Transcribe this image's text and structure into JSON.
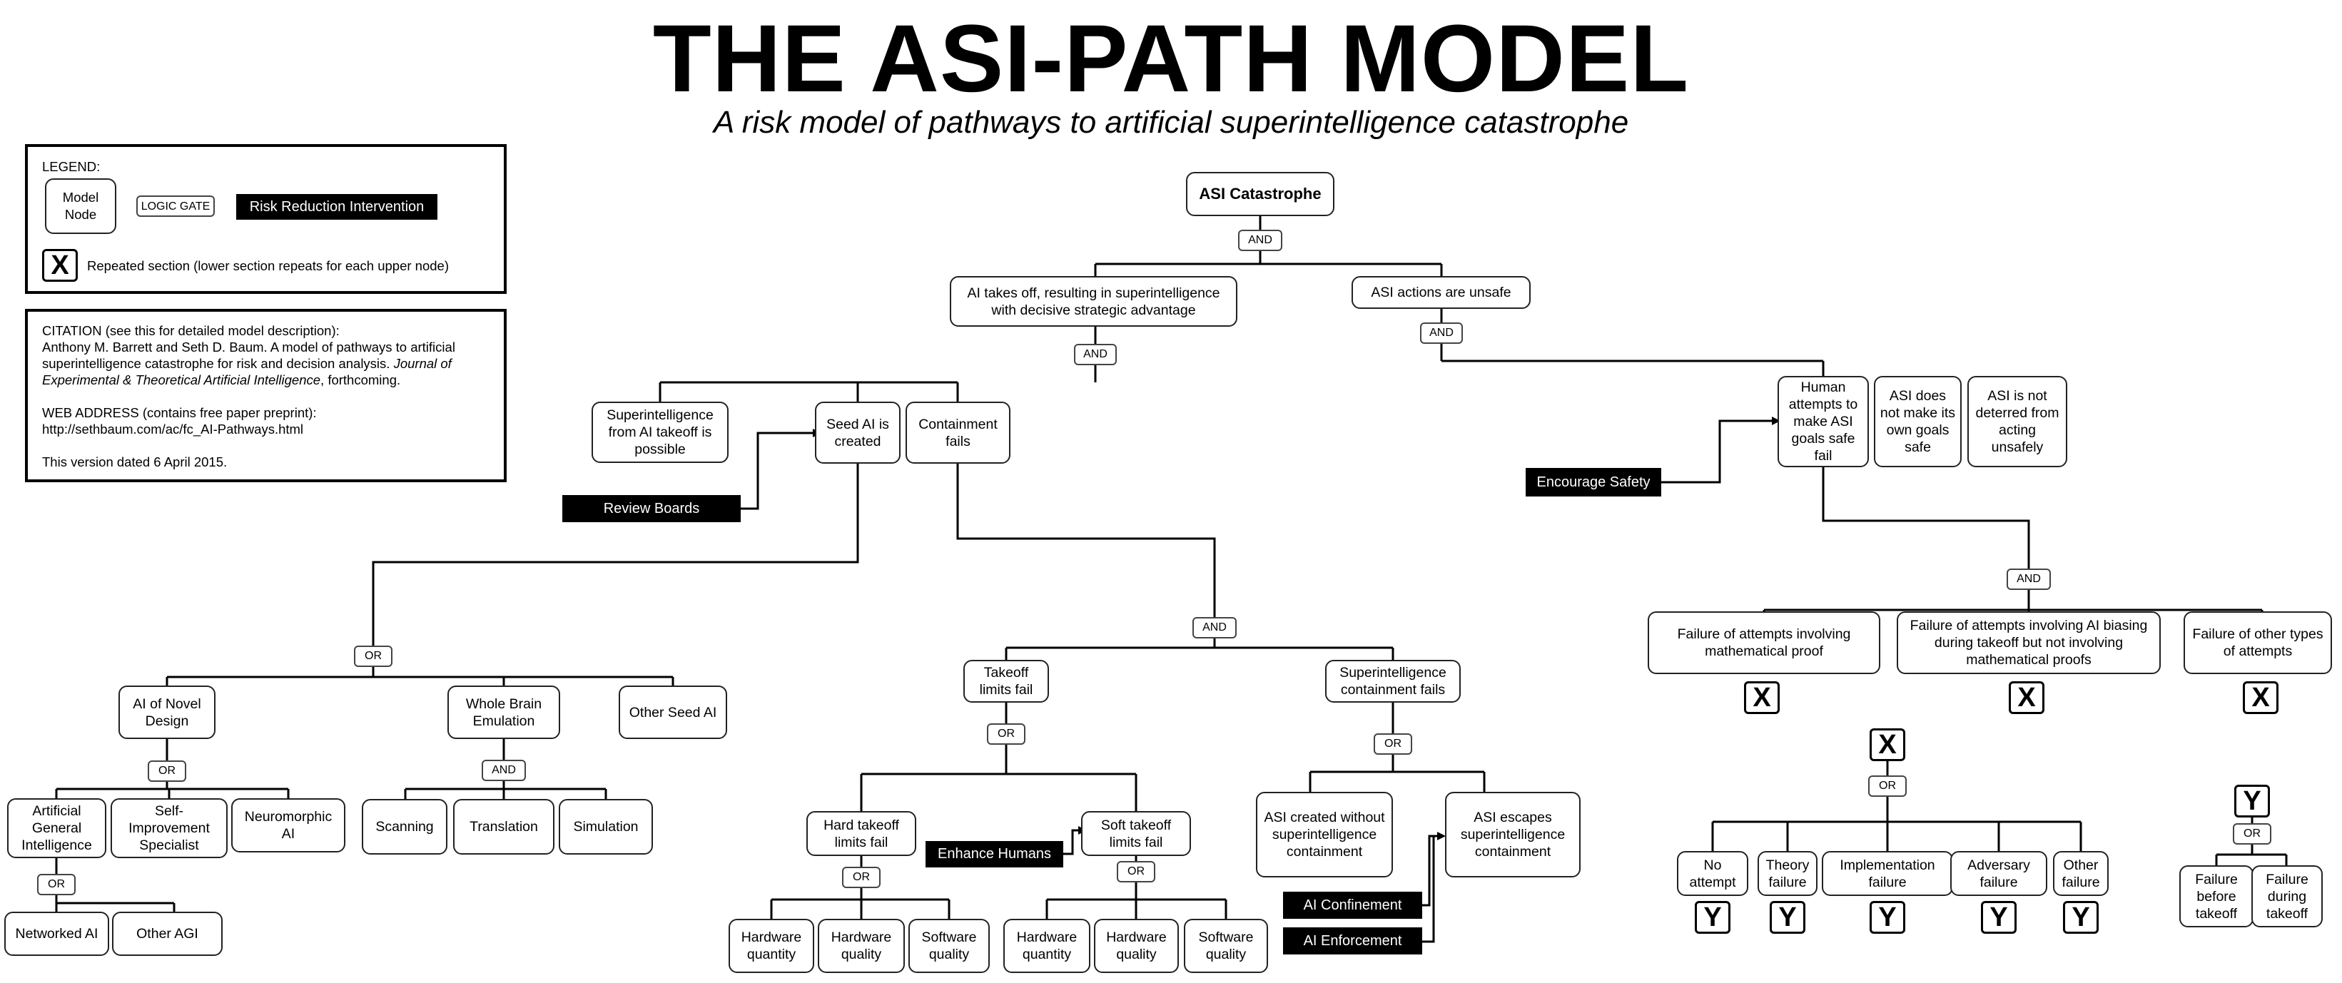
{
  "title": "THE ASI-PATH MODEL",
  "subtitle": "A risk model of pathways to artificial superintelligence catastrophe",
  "legend": {
    "heading": "LEGEND:",
    "model_node": "Model Node",
    "logic_gate": "LOGIC GATE",
    "risk_reduction": "Risk Reduction Intervention",
    "repeat_mark": "X",
    "repeat_text": "Repeated section (lower section repeats for each upper node)"
  },
  "citation": {
    "heading": "CITATION (see this for detailed model description):",
    "line1": "Anthony M. Barrett and Seth D. Baum. A model of pathways to artificial",
    "line2": "superintelligence catastrophe for risk and decision analysis.",
    "journal_a": "Journal of",
    "journal_b": "Experimental & Theoretical Artificial Intelligence",
    "forthcoming": ", forthcoming.",
    "web_heading": "WEB ADDRESS (contains free paper preprint):",
    "url": "http://sethbaum.com/ac/fc_AI-Pathways.html",
    "version": "This version dated 6 April 2015."
  },
  "nodes": {
    "asi_catastrophe": "ASI Catastrophe",
    "ai_takes_off": "AI takes off, resulting in superintelligence with decisive strategic advantage",
    "asi_actions_unsafe": "ASI actions are unsafe",
    "si_from_takeoff_possible": "Superintelligence from AI takeoff is possible",
    "seed_ai_created": "Seed AI is created",
    "containment_fails": "Containment fails",
    "human_attempts_fail": "Human attempts to make ASI goals safe fail",
    "asi_no_own_goals": "ASI does not make its own goals safe",
    "asi_not_deterred": "ASI is not deterred from acting unsafely",
    "ai_novel_design": "AI of Novel Design",
    "whole_brain_emulation": "Whole Brain Emulation",
    "other_seed_ai": "Other Seed AI",
    "agi": "Artificial General Intelligence",
    "self_improvement": "Self-Improvement Specialist",
    "neuromorphic": "Neuromorphic AI",
    "networked_ai": "Networked AI",
    "other_agi": "Other AGI",
    "scanning": "Scanning",
    "translation": "Translation",
    "simulation": "Simulation",
    "takeoff_limits_fail": "Takeoff limits fail",
    "si_containment_fails": "Superintelligence containment fails",
    "hard_takeoff": "Hard takeoff limits fail",
    "soft_takeoff": "Soft takeoff limits fail",
    "hard_hw_quantity": "Hardware quantity",
    "hard_hw_quality": "Hardware quality",
    "hard_sw_quality": "Software quality",
    "soft_hw_quantity": "Hardware quantity",
    "soft_hw_quality": "Hardware quality",
    "soft_sw_quality": "Software quality",
    "asi_created_without": "ASI created without superintelligence containment",
    "asi_escapes": "ASI escapes superintelligence containment",
    "fail_math_proof": "Failure of attempts involving mathematical proof",
    "fail_ai_biasing": "Failure of attempts involving AI biasing during takeoff but not involving mathematical proofs",
    "fail_other_types": "Failure of other types of attempts",
    "no_attempt": "No attempt",
    "theory_failure": "Theory failure",
    "implementation_failure": "Implementation failure",
    "adversary_failure": "Adversary failure",
    "other_failure": "Other failure",
    "failure_before_takeoff": "Failure before takeoff",
    "failure_during_takeoff": "Failure during takeoff"
  },
  "gates": {
    "top": "AND",
    "takeoff": "AND",
    "unsafe": "AND",
    "seed": "OR",
    "containment": "AND",
    "human": "AND",
    "novel": "OR",
    "wbe": "AND",
    "agi": "OR",
    "takeoff_limits": "OR",
    "si_containment": "OR",
    "hard": "OR",
    "soft": "OR",
    "x_section": "OR",
    "y_section": "OR"
  },
  "interventions": {
    "review_boards": "Review Boards",
    "encourage_safety": "Encourage Safety",
    "enhance_humans": "Enhance Humans",
    "ai_confinement": "AI Confinement",
    "ai_enforcement": "AI Enforcement"
  },
  "marks": {
    "x": "X",
    "y": "Y"
  }
}
